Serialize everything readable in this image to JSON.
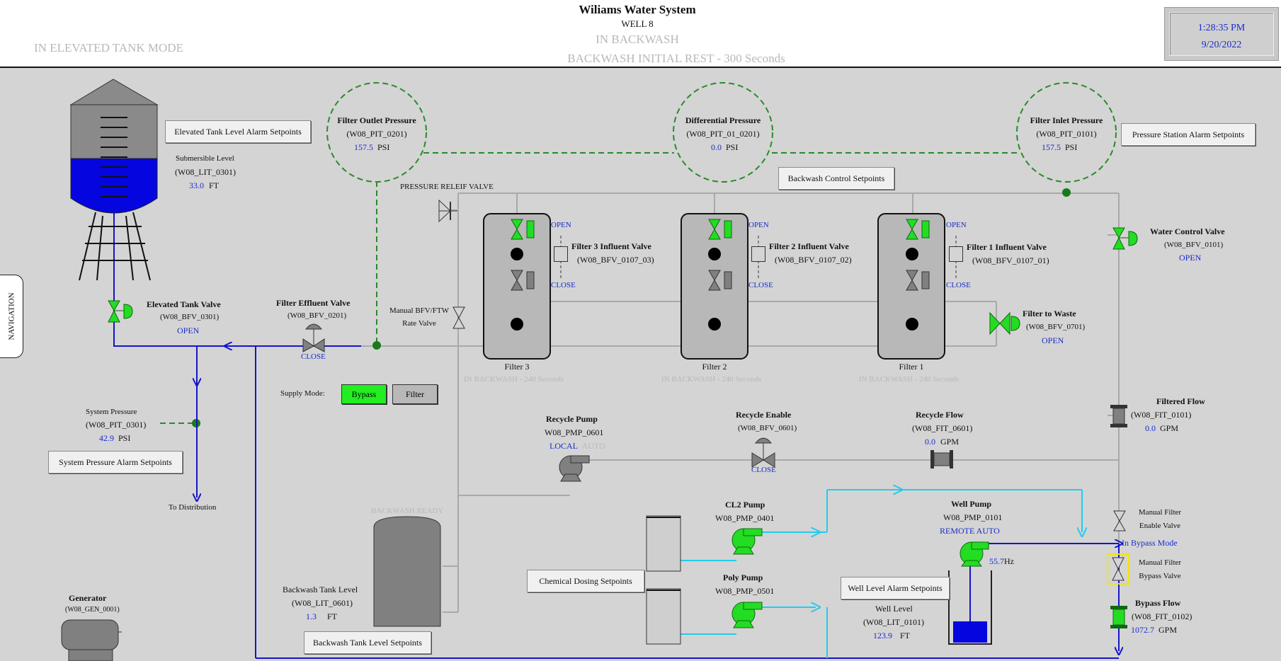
{
  "header": {
    "title": "Wiliams Water System",
    "well": "WELL 8",
    "status": "IN BACKWASH",
    "step": "BACKWASH INITIAL REST - 300 Seconds",
    "tank_mode": "IN ELEVATED TANK MODE",
    "time": "1:28:35 PM",
    "date": "9/20/2022"
  },
  "navigation": {
    "label": "NAVIGATION"
  },
  "elevated_tank": {
    "setpoints_button": "Elevated Tank Level Alarm Setpoints",
    "level_label": "Submersible Level",
    "level_tag": "(W08_LIT_0301)",
    "level_value": "33.0",
    "level_unit": "FT",
    "level_fraction": 0.5
  },
  "elevated_tank_valve": {
    "name": "Elevated Tank Valve",
    "tag": "(W08_BFV_0301)",
    "state": "OPEN"
  },
  "filter_effluent_valve": {
    "name": "Filter Effluent Valve",
    "tag": "(W08_BFV_0201)",
    "state": "CLOSE"
  },
  "system_pressure": {
    "label": "System Pressure",
    "tag": "(W08_PIT_0301)",
    "value": "42.9",
    "unit": "PSI",
    "setpoints_button": "System Pressure Alarm Setpoints",
    "distribution": "To Distribution"
  },
  "supply_mode": {
    "label": "Supply Mode:",
    "bypass": "Bypass",
    "filter": "Filter"
  },
  "filter_outlet_pressure": {
    "name": "Filter Outlet Pressure",
    "tag": "(W08_PIT_0201)",
    "value": "157.5",
    "unit": "PSI"
  },
  "differential_pressure": {
    "name": "Differential Pressure",
    "tag": "(W08_PIT_01_0201)",
    "value": "0.0",
    "unit": "PSI"
  },
  "filter_inlet_pressure": {
    "name": "Filter Inlet Pressure",
    "tag": "(W08_PIT_0101)",
    "value": "157.5",
    "unit": "PSI"
  },
  "pressure_station_button": "Pressure Station Alarm Setpoints",
  "backwash_control_button": "Backwash Control Setpoints",
  "pressure_relief_valve": "PRESSURE RELEIF VALVE",
  "manual_rate_valve": {
    "line1": "Manual BFV/FTW",
    "line2": "Rate Valve"
  },
  "filters": [
    {
      "name": "Filter 3",
      "valve_name": "Filter 3 Influent Valve",
      "valve_tag": "(W08_BFV_0107_03)",
      "open": "OPEN",
      "close": "CLOSE",
      "status": "IN BACKWASH - 240 Seconds"
    },
    {
      "name": "Filter 2",
      "valve_name": "Filter 2 Influent Valve",
      "valve_tag": "(W08_BFV_0107_02)",
      "open": "OPEN",
      "close": "CLOSE",
      "status": "IN BACKWASH - 240 Seconds"
    },
    {
      "name": "Filter 1",
      "valve_name": "Filter 1 Influent Valve",
      "valve_tag": "(W08_BFV_0107_01)",
      "open": "OPEN",
      "close": "CLOSE",
      "status": "IN BACKWASH - 240 Seconds"
    }
  ],
  "water_control_valve": {
    "name": "Water Control Valve",
    "tag": "(W08_BFV_0101)",
    "state": "OPEN"
  },
  "filter_to_waste": {
    "name": "Filter to Waste",
    "tag": "(W08_BFV_0701)",
    "state": "OPEN"
  },
  "filtered_flow": {
    "name": "Filtered Flow",
    "tag": "(W08_FIT_0101)",
    "value": "0.0",
    "unit": "GPM"
  },
  "recycle_pump": {
    "name": "Recycle Pump",
    "tag": "W08_PMP_0601",
    "mode": "LOCAL",
    "auto": "AUTO"
  },
  "recycle_enable": {
    "name": "Recycle Enable",
    "tag": "(W08_BFV_0601)",
    "state": "CLOSE"
  },
  "recycle_flow": {
    "name": "Recycle Flow",
    "tag": "(W08_FIT_0601)",
    "value": "0.0",
    "unit": "GPM"
  },
  "backwash_tank": {
    "status": "BACKWASH READY",
    "label": "Backwash Tank Level",
    "tag": "(W08_LIT_0601)",
    "value": "1.3",
    "unit": "FT",
    "setpoints_button": "Backwash Tank Level Setpoints"
  },
  "cl2_pump": {
    "name": "CL2 Pump",
    "tag": "W08_PMP_0401"
  },
  "poly_pump": {
    "name": "Poly Pump",
    "tag": "W08_PMP_0501"
  },
  "chemical_dosing_button": "Chemical Dosing Setpoints",
  "well_pump": {
    "name": "Well Pump",
    "tag": "W08_PMP_0101",
    "mode": "REMOTE AUTO",
    "speed_value": "55.7",
    "speed_unit": "Hz"
  },
  "well_level": {
    "setpoints_button": "Well Level Alarm Setpoints",
    "label": "Well Level",
    "tag": "(W08_LIT_0101)",
    "value": "123.9",
    "unit": "FT"
  },
  "manual_filter_enable": {
    "line1": "Manual Filter",
    "line2": "Enable Valve"
  },
  "bypass_mode": "In Bypass Mode",
  "manual_filter_bypass": {
    "line1": "Manual Filter",
    "line2": "Bypass Valve"
  },
  "bypass_flow": {
    "name": "Bypass Flow",
    "tag": "(W08_FIT_0102)",
    "value": "1072.7",
    "unit": "GPM"
  },
  "generator": {
    "name": "Generator",
    "tag": "(W08_GEN_0001)"
  },
  "colors": {
    "background": "#d4d4d4",
    "valve_open": "#22dd22",
    "process_line": "#1515c8",
    "chemical_line": "#22ccee",
    "pressure_ring": "#2a8a2a"
  }
}
